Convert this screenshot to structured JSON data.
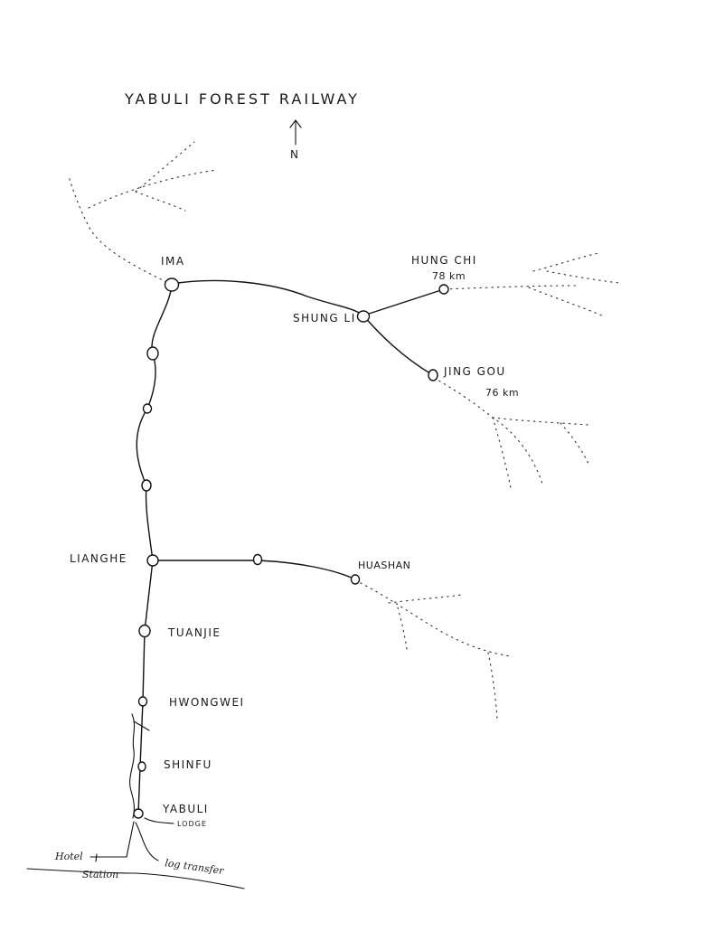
{
  "title": "YABULI FOREST RAILWAY",
  "north_label": "N",
  "colors": {
    "ink": "#111111",
    "paper": "#ffffff"
  },
  "stations": {
    "ima": "IMA",
    "shungli": "SHUNG LI",
    "hung_chi": "HUNG CHI",
    "hung_chi_km": "78 km",
    "jing_gou": "JING GOU",
    "jing_gou_km": "76 km",
    "lianghe": "LIANGHE",
    "huashan": "HUASHAN",
    "tuanjie": "TUANJIE",
    "hwongwei": "HWONGWEI",
    "shinfu": "SHINFU",
    "yabuli": "YABULI"
  },
  "places": {
    "lodge": "LODGE",
    "hotel": "Hotel",
    "station": "Station",
    "log_transfer": "log transfer"
  }
}
